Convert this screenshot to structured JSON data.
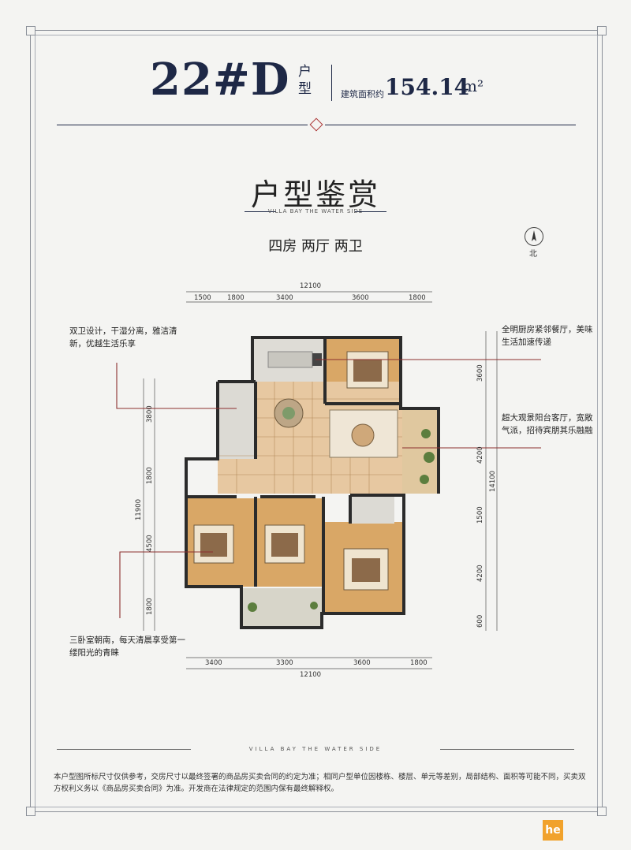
{
  "header": {
    "unit_number": "22#D",
    "unit_type": "户型",
    "area_label": "建筑面积约",
    "area_value": "154.14",
    "area_unit": "m²"
  },
  "title": {
    "main": "户型鉴赏",
    "sub": "VILLA BAY THE WATER SIDE"
  },
  "rooms": "四房 两厅 两卫",
  "compass": {
    "label": "北"
  },
  "dimensions": {
    "top_total": "12100",
    "top": [
      "1500",
      "1800",
      "3400",
      "3600",
      "1800"
    ],
    "bottom_total": "12100",
    "bottom": [
      "3400",
      "3300",
      "3600",
      "1800"
    ],
    "left_total": "11900",
    "left": [
      "3800",
      "1800",
      "4500",
      "1800"
    ],
    "right_total": "14100",
    "right": [
      "3600",
      "4200",
      "1500",
      "4200",
      "600"
    ]
  },
  "annotations": {
    "bath": "双卫设计，干湿分离，雅洁清新，优越生活乐享",
    "kitchen": "全明厨房紧邻餐厅，美味生活加速传递",
    "living": "超大观景阳台客厅，宽敞气派，招待宾朋其乐融融",
    "bedroom": "三卧室朝南，每天清晨享受第一缕阳光的青睐"
  },
  "footer": {
    "sub": "VILLA BAY THE WATER SIDE",
    "disclaimer": "本户型图所标尺寸仅供参考，交房尺寸以最终签署的商品房买卖合同的约定为准；相同户型单位因楼栋、楼层、单元等差别，局部结构、面积等可能不同，买卖双方权利义务以《商品房买卖合同》为准。开发商在法律规定的范围内保有最终解释权。"
  },
  "logo": {
    "text": "he"
  },
  "colors": {
    "navy": "#1e2846",
    "floor_wood": "#d9a766",
    "floor_tile": "#e7c8a1",
    "wall": "#2b2b2b",
    "annotation_line": "#8c2f2f"
  }
}
